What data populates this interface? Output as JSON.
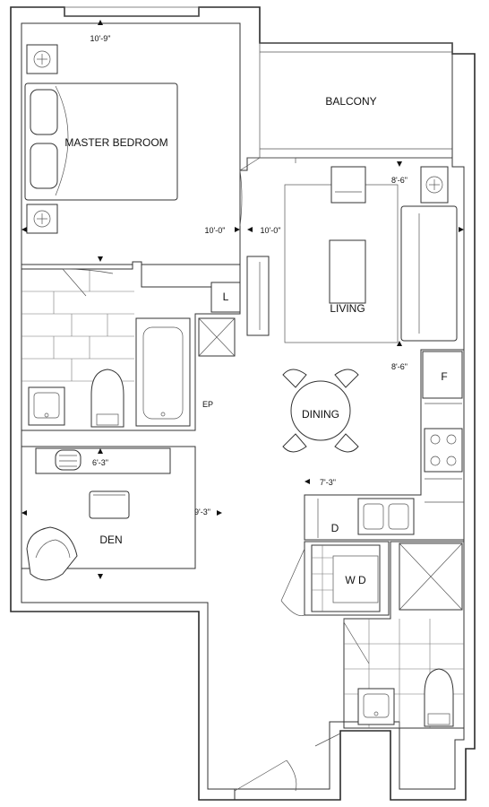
{
  "rooms": {
    "master_bedroom": "MASTER BEDROOM",
    "balcony": "BALCONY",
    "living": "LIVING",
    "dining": "DINING",
    "den": "DEN",
    "linen": "L",
    "fridge": "F",
    "dishwasher": "D",
    "washer_dryer": "W  D",
    "electrical_panel": "EP"
  },
  "dimensions": {
    "bedroom_width": "10'-9\"",
    "bedroom_depth": "10'-0\"",
    "living_depth": "10'-0\"",
    "living_width_top": "8'-6\"",
    "living_width_bottom": "8'-6\"",
    "den_width": "6'-3\"",
    "den_depth": "9'-3\"",
    "kitchen_width": "7'-3\""
  }
}
